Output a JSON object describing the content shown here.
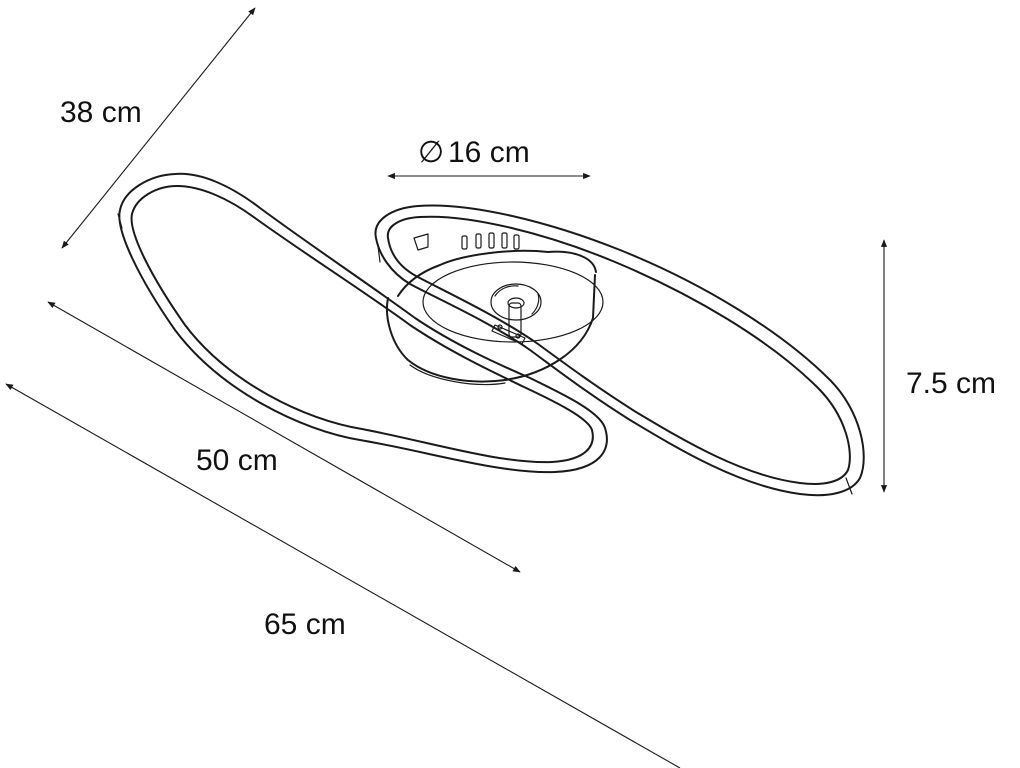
{
  "dimensions": {
    "depth": "38 cm",
    "diameter_symbol": "∅",
    "diameter": "16 cm",
    "height": "7.5 cm",
    "inner_length": "50 cm",
    "total_length": "65 cm"
  }
}
